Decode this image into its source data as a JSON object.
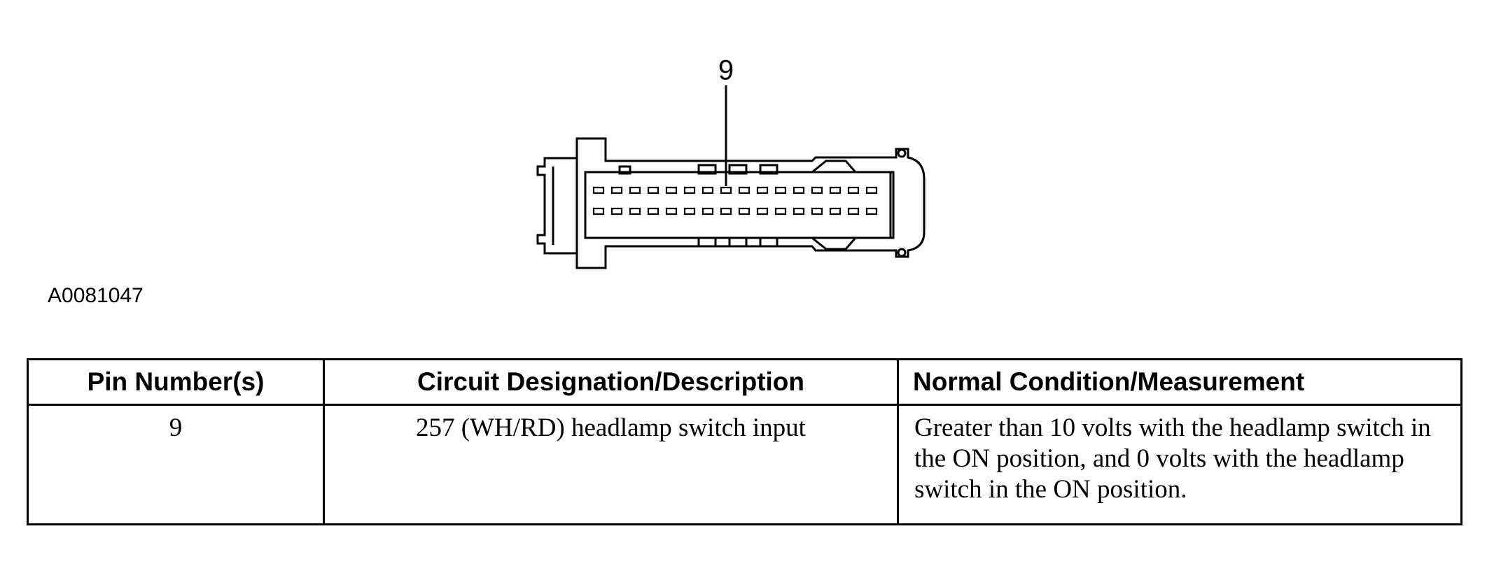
{
  "diagram": {
    "callout": "9",
    "figure_id": "A0081047"
  },
  "table": {
    "headers": [
      "Pin Number(s)",
      "Circuit Designation/Description",
      "Normal Condition/Measurement"
    ],
    "rows": [
      {
        "pin": "9",
        "circuit": "257 (WH/RD) headlamp switch input",
        "condition": "Greater than 10 volts with the headlamp switch in the ON position, and 0 volts with the headlamp switch in the ON position."
      }
    ]
  }
}
